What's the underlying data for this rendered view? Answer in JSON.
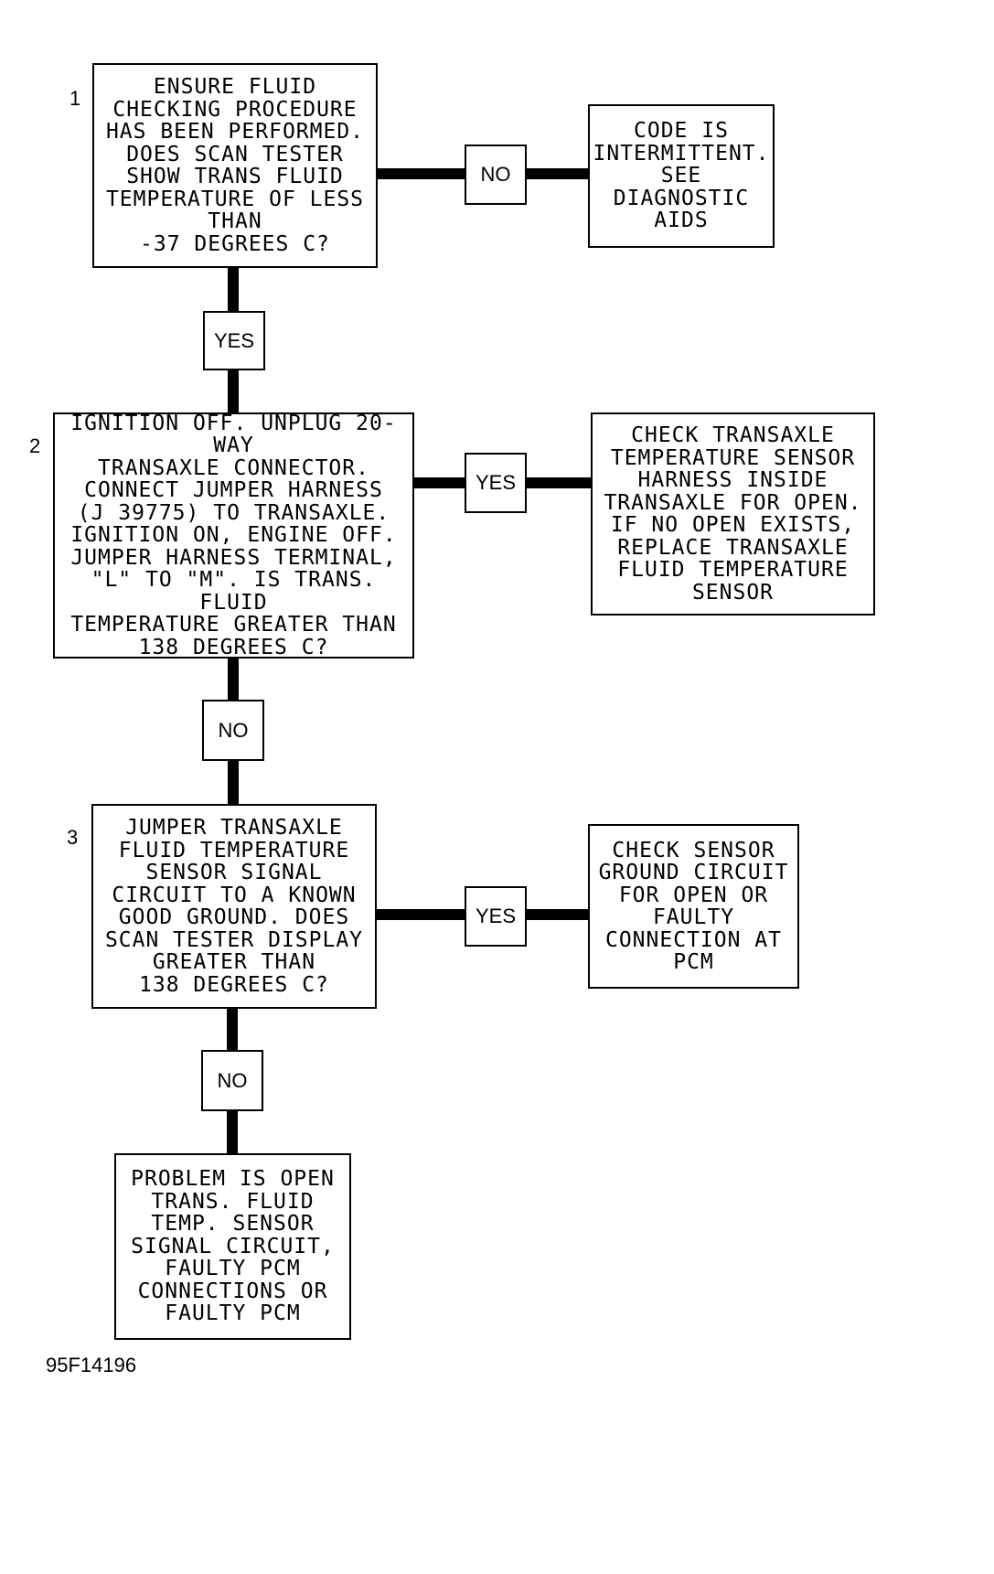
{
  "steps": [
    {
      "number": "1",
      "question": "ENSURE FLUID\nCHECKING PROCEDURE\nHAS BEEN PERFORMED.\nDOES SCAN TESTER\nSHOW TRANS FLUID\nTEMPERATURE OF LESS\nTHAN\n-37 DEGREES C?",
      "side_label": "NO",
      "side_result": "CODE IS\nINTERMITTENT.\nSEE\nDIAGNOSTIC\nAIDS",
      "down_label": "YES"
    },
    {
      "number": "2",
      "question": "IGNITION OFF. UNPLUG 20-WAY\nTRANSAXLE CONNECTOR.\nCONNECT JUMPER HARNESS\n(J 39775) TO TRANSAXLE.\nIGNITION ON, ENGINE OFF.\nJUMPER HARNESS TERMINAL,\n\"L\" TO \"M\". IS TRANS. FLUID\nTEMPERATURE GREATER THAN\n138 DEGREES C?",
      "side_label": "YES",
      "side_result": "CHECK TRANSAXLE\nTEMPERATURE SENSOR\nHARNESS INSIDE\nTRANSAXLE FOR OPEN.\nIF NO OPEN EXISTS,\nREPLACE TRANSAXLE\nFLUID TEMPERATURE\nSENSOR",
      "down_label": "NO"
    },
    {
      "number": "3",
      "question": "JUMPER TRANSAXLE\nFLUID TEMPERATURE\nSENSOR SIGNAL\nCIRCUIT TO A KNOWN\nGOOD GROUND. DOES\nSCAN TESTER DISPLAY\nGREATER THAN\n138 DEGREES C?",
      "side_label": "YES",
      "side_result": "CHECK SENSOR\nGROUND CIRCUIT\nFOR OPEN OR\nFAULTY\nCONNECTION AT\nPCM",
      "down_label": "NO"
    }
  ],
  "final_result": "PROBLEM IS OPEN\nTRANS. FLUID\nTEMP. SENSOR\nSIGNAL CIRCUIT,\nFAULTY PCM\nCONNECTIONS OR\nFAULTY PCM",
  "figure_id": "95F14196"
}
